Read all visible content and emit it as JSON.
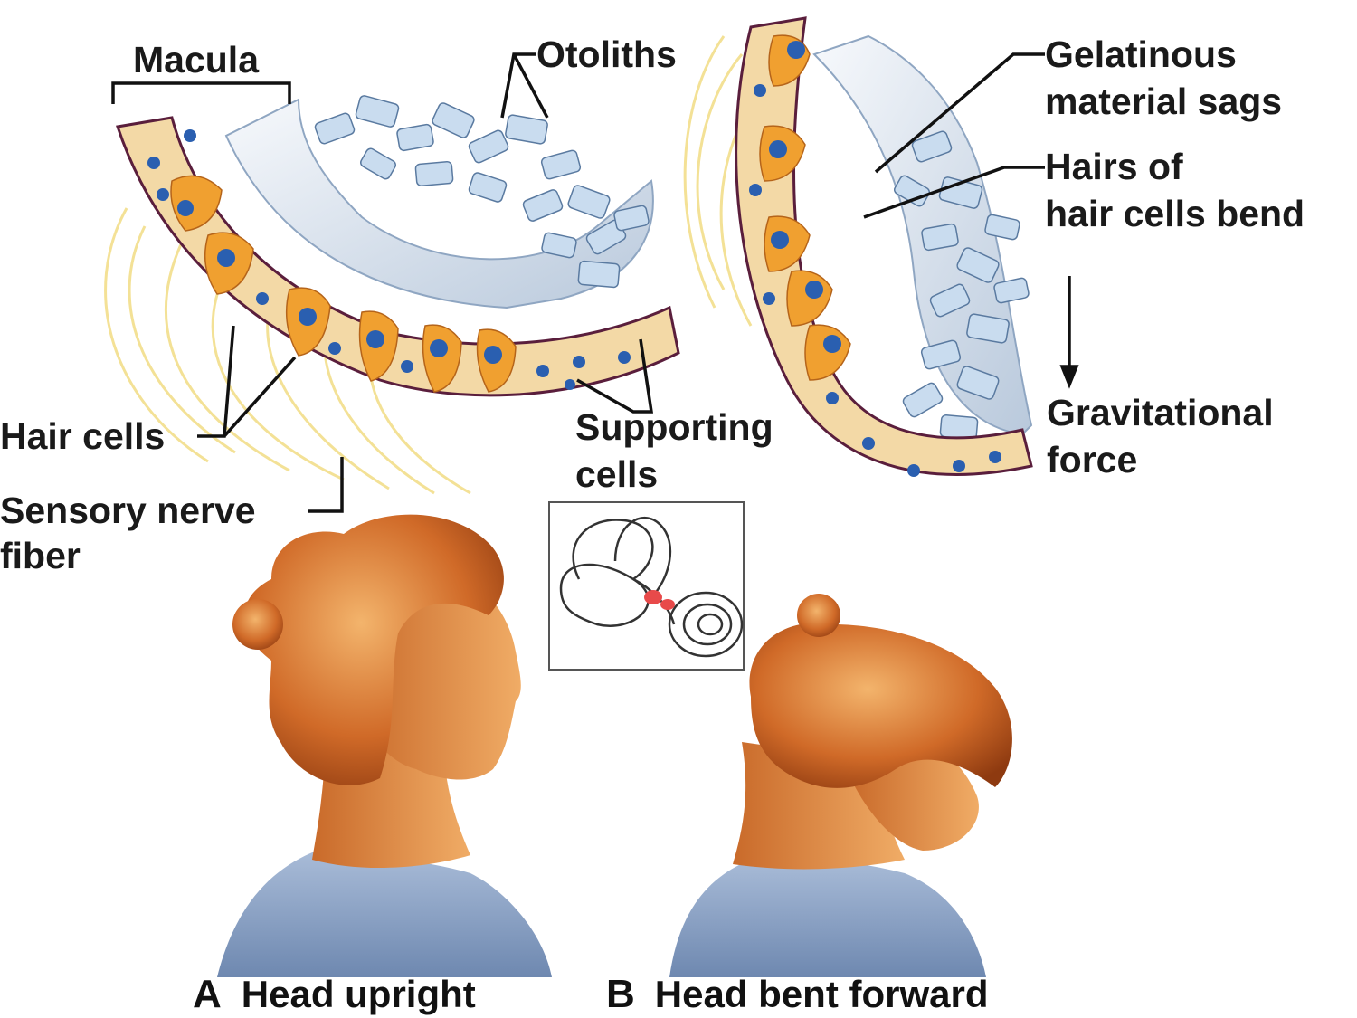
{
  "labels": {
    "macula": "Macula",
    "otoliths": "Otoliths",
    "gelatinous_line1": "Gelatinous",
    "gelatinous_line2": "material sags",
    "hairs_line1": "Hairs of",
    "hairs_line2": "hair cells bend",
    "hair_cells": "Hair cells",
    "sensory_line1": "Sensory nerve",
    "sensory_line2": "fiber",
    "supporting_line1": "Supporting",
    "supporting_line2": "cells",
    "gravitational_line1": "Gravitational",
    "gravitational_line2": "force"
  },
  "panels": [
    {
      "letter": "A",
      "caption": "Head upright"
    },
    {
      "letter": "B",
      "caption": "Head bent forward"
    }
  ],
  "colors": {
    "hair_cell": "#f0a030",
    "supporting_cell": "#f3d9a6",
    "nucleus": "#2a5fb0",
    "otolith": "#c9dcef",
    "membrane": "#5a1e3c",
    "nerve_fiber": "#f5e08a",
    "skin": "#e89a4e",
    "hair": "#c0561e",
    "shirt": "#8ea6c8",
    "inner_ear_highlight": "#e84a4a"
  }
}
